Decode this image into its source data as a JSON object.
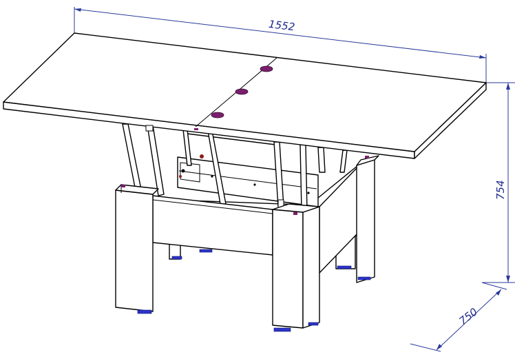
{
  "dimensions": {
    "length": "1552",
    "height": "754",
    "depth": "750"
  },
  "colors": {
    "dimension_line": "#2a3a9a",
    "dimension_text": "#1f2a8a",
    "hinge_marks": "#7a1f6b",
    "feet": "#2b34c9"
  }
}
